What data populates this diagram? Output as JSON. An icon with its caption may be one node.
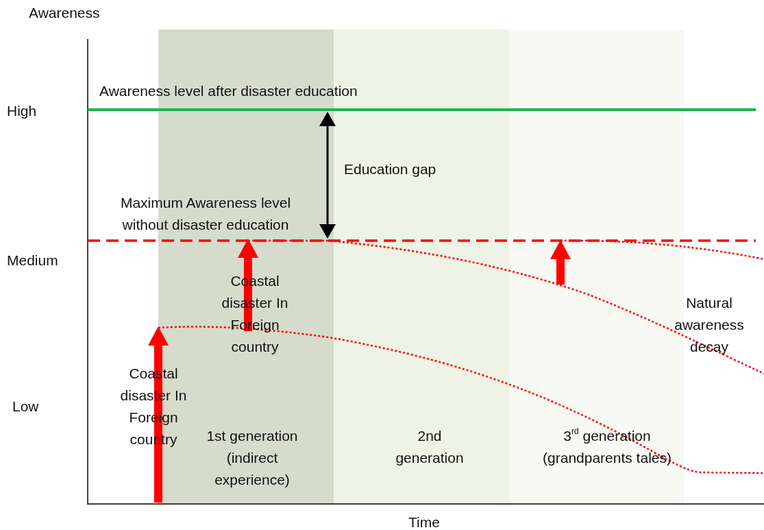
{
  "diagram": {
    "labels": [
      "Awareness",
      "High",
      "Medium",
      "Low",
      "Time",
      "Awareness level after disaster education",
      "Education gap",
      "Maximum Awareness level without disaster education",
      "Coastal disaster In Foreign country",
      "Natural awareness decay",
      "Coastal disaster In Foreign country",
      "1st generation (indirect experience)",
      "2nd generation",
      "3$^{rd}$ generation (grandparents tales)"
    ]
  }
}
